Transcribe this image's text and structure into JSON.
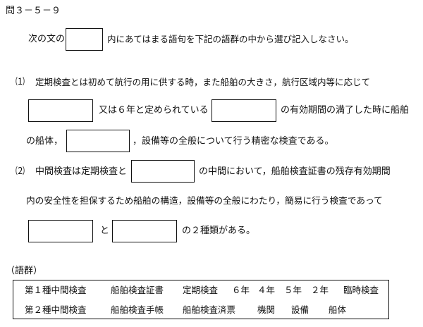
{
  "problem_number": "問３－５－９",
  "instruction": {
    "before": "次の文の",
    "after": "内にあてはまる語句を下記の語群の中から選び記入しなさい。"
  },
  "q1": {
    "number": "⑴",
    "line1": "定期検査とは初めて航行の用に供する時，また船舶の大きさ，航行区域内等に応じて",
    "line2_mid": "又は６年と定められている",
    "line2_end": "の有効期間の満了した時に船舶",
    "line3_start": "の船体，",
    "line3_end": "，設備等の全般について行う精密な検査である。"
  },
  "q2": {
    "number": "⑵",
    "line1_start": "中間検査は定期検査と",
    "line1_end": "の中間において，船舶検査証書の残存有効期間",
    "line2": "内の安全性を担保するため船舶の構造，設備等の全般にわたり，簡易に行う検査であって",
    "line3_mid": "と",
    "line3_end": "の２種類がある。"
  },
  "vocab": {
    "heading": "（語群）",
    "row1": [
      "第１種中間検査",
      "船舶検査証書",
      "定期検査",
      "６年",
      "４年",
      "５年",
      "２年",
      "臨時検査"
    ],
    "row2": [
      "第２種中間検査",
      "船舶検査手帳",
      "船舶検査済票",
      "機関",
      "設備",
      "船体"
    ]
  }
}
